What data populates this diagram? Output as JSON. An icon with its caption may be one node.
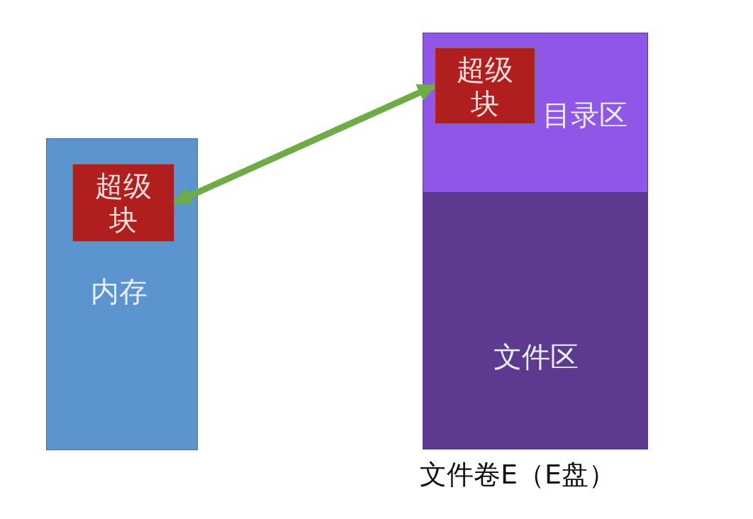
{
  "diagram": {
    "nodes": [
      {
        "text": [
          "内存"
        ]
      },
      {
        "text": [
          "超级块"
        ],
        "in": 0
      },
      {
        "text": [
          "文件卷E（E盘）"
        ]
      },
      {
        "text": [
          "目录区"
        ],
        "in": 2
      },
      {
        "text": [
          "超级块"
        ],
        "in": 3
      },
      {
        "text": [
          "文件区"
        ],
        "in": 2
      }
    ],
    "edges": [
      {
        "from": 1,
        "to": 4,
        "arrow": "both"
      }
    ]
  }
}
